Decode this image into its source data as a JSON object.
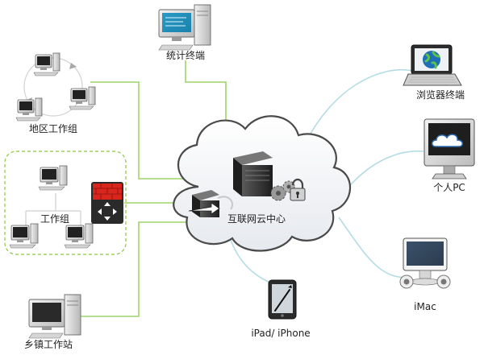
{
  "labels": {
    "stats_terminal": "统计终端",
    "regional_group": "地区工作组",
    "workgroup": "工作组",
    "township_station": "乡镇工作站",
    "cloud_center": "互联网云中心",
    "browser_terminal": "浏览器终端",
    "personal_pc": "个人PC",
    "imac": "iMac",
    "ipad_iphone": "iPad/ iPhone"
  },
  "colors": {
    "green_link": "#9ed36a",
    "blue_link": "#b5dce6",
    "cloud_stroke": "#4a4a4a",
    "firewall_red": "#d8261c",
    "group_border": "#8cc63f"
  }
}
